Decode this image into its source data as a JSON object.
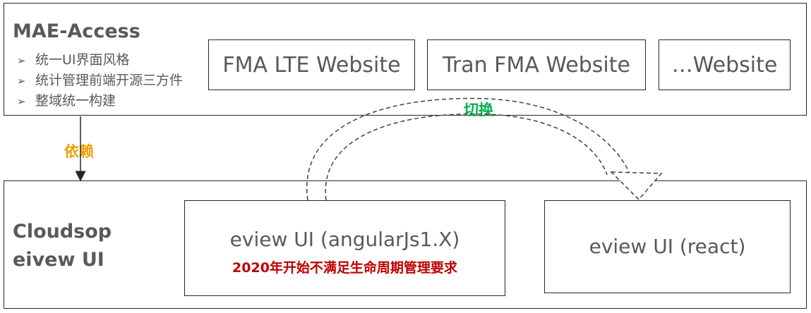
{
  "top": {
    "title": "MAE-Access",
    "bullets": [
      "统一UI界面风格",
      "统计管理前端开源三方件",
      "整域统一构建"
    ],
    "websites": [
      "FMA LTE Website",
      "Tran FMA Website",
      "…Website"
    ]
  },
  "bottom": {
    "title_line1": "Cloudsop",
    "title_line2": "eivew UI",
    "angular_box": {
      "label": "eview UI (angularJs1.X)",
      "note": "2020年开始不满足生命周期管理要求"
    },
    "react_box": {
      "label": "eview UI (react)"
    }
  },
  "labels": {
    "dependency": "依赖",
    "switch": "切换"
  },
  "colors": {
    "border": "#262626",
    "text": "#595959",
    "dependency": "#ed9d00",
    "switch": "#00b050",
    "note": "#c00000"
  }
}
